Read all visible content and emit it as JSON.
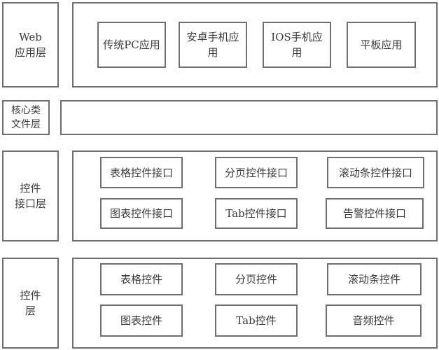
{
  "layers": [
    {
      "id": "web-app-layer",
      "label": "Web\n应用层",
      "items": [
        "传统PC应用",
        "安卓手机应\n用",
        "IOS手机应\n用",
        "平板应用"
      ]
    },
    {
      "id": "core-file-layer",
      "label": "核心类\n文件层",
      "items": []
    },
    {
      "id": "control-interface-layer",
      "label": "控件\n接口层",
      "items": [
        "表格控件接口",
        "分页控件接口",
        "滚动条控件接口",
        "图表控件接口",
        "Tab控件接口",
        "告警控件接口"
      ]
    },
    {
      "id": "control-layer",
      "label": "控件\n层",
      "items": [
        "表格控件",
        "分页控件",
        "滚动条控件",
        "图表控件",
        "Tab控件",
        "音频控件"
      ]
    }
  ]
}
